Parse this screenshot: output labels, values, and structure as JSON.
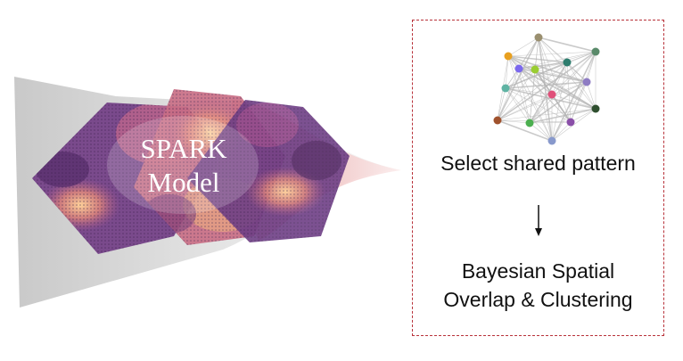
{
  "model": {
    "line1": "SPARK",
    "line2": "Model"
  },
  "steps": {
    "select": "Select shared pattern",
    "cluster_line1": "Bayesian Spatial",
    "cluster_line2": "Overlap & Clustering"
  },
  "colors": {
    "panel_border": "#b8323a",
    "funnel_grey": "#d9d9d9",
    "funnel_pink": "#e8a8a8",
    "network_nodes": [
      "#9a8f6f",
      "#e8a020",
      "#9acd32",
      "#2e7d6e",
      "#5a8a6a",
      "#5fb3a3",
      "#e0507a",
      "#8e7cc3",
      "#a0522d",
      "#4caf50",
      "#8a4fa8",
      "#2f4f2f",
      "#8899cc",
      "#7b68ee"
    ]
  },
  "icons": {
    "arrow": "down-arrow-icon",
    "network": "network-graph-icon"
  }
}
